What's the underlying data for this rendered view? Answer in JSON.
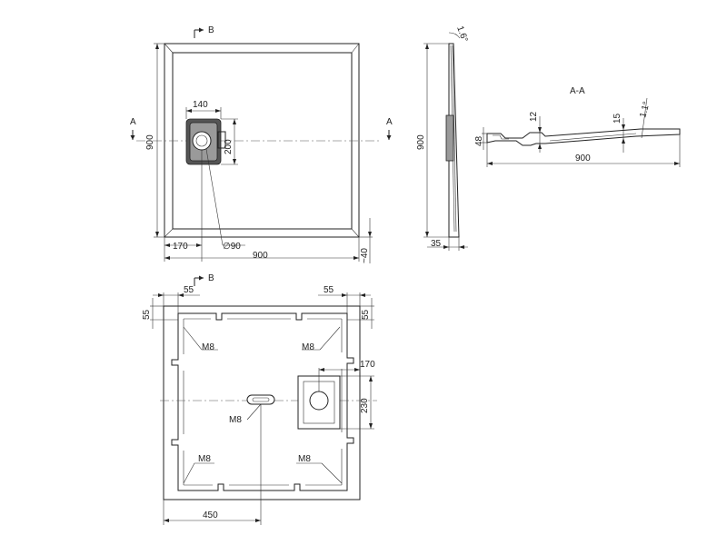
{
  "top_view": {
    "section_a_label": "A",
    "section_b_label": "B",
    "dim_total_width": "900",
    "dim_height": "900",
    "dim_drain_offset": "170",
    "dim_drain_width": "140",
    "dim_drain_height": "200",
    "dim_drain_dia": "∅90",
    "dim_thickness": "~40"
  },
  "side_view": {
    "dim_height": "900",
    "dim_thickness": "35",
    "dim_angle": "1.6°"
  },
  "section_view": {
    "title": "A-A",
    "dim_48": "48",
    "dim_12": "12",
    "dim_15": "15",
    "dim_angle": "1.1°",
    "dim_width": "900"
  },
  "bottom_view": {
    "section_b_label": "B",
    "dim_55_tl": "55",
    "dim_55_tr": "55",
    "dim_55_l": "55",
    "dim_55_r": "55",
    "dim_170": "170",
    "dim_230": "230",
    "dim_450": "450",
    "m8_tl": "M8",
    "m8_tr": "M8",
    "m8_center": "M8",
    "m8_bl": "M8",
    "m8_br": "M8"
  }
}
